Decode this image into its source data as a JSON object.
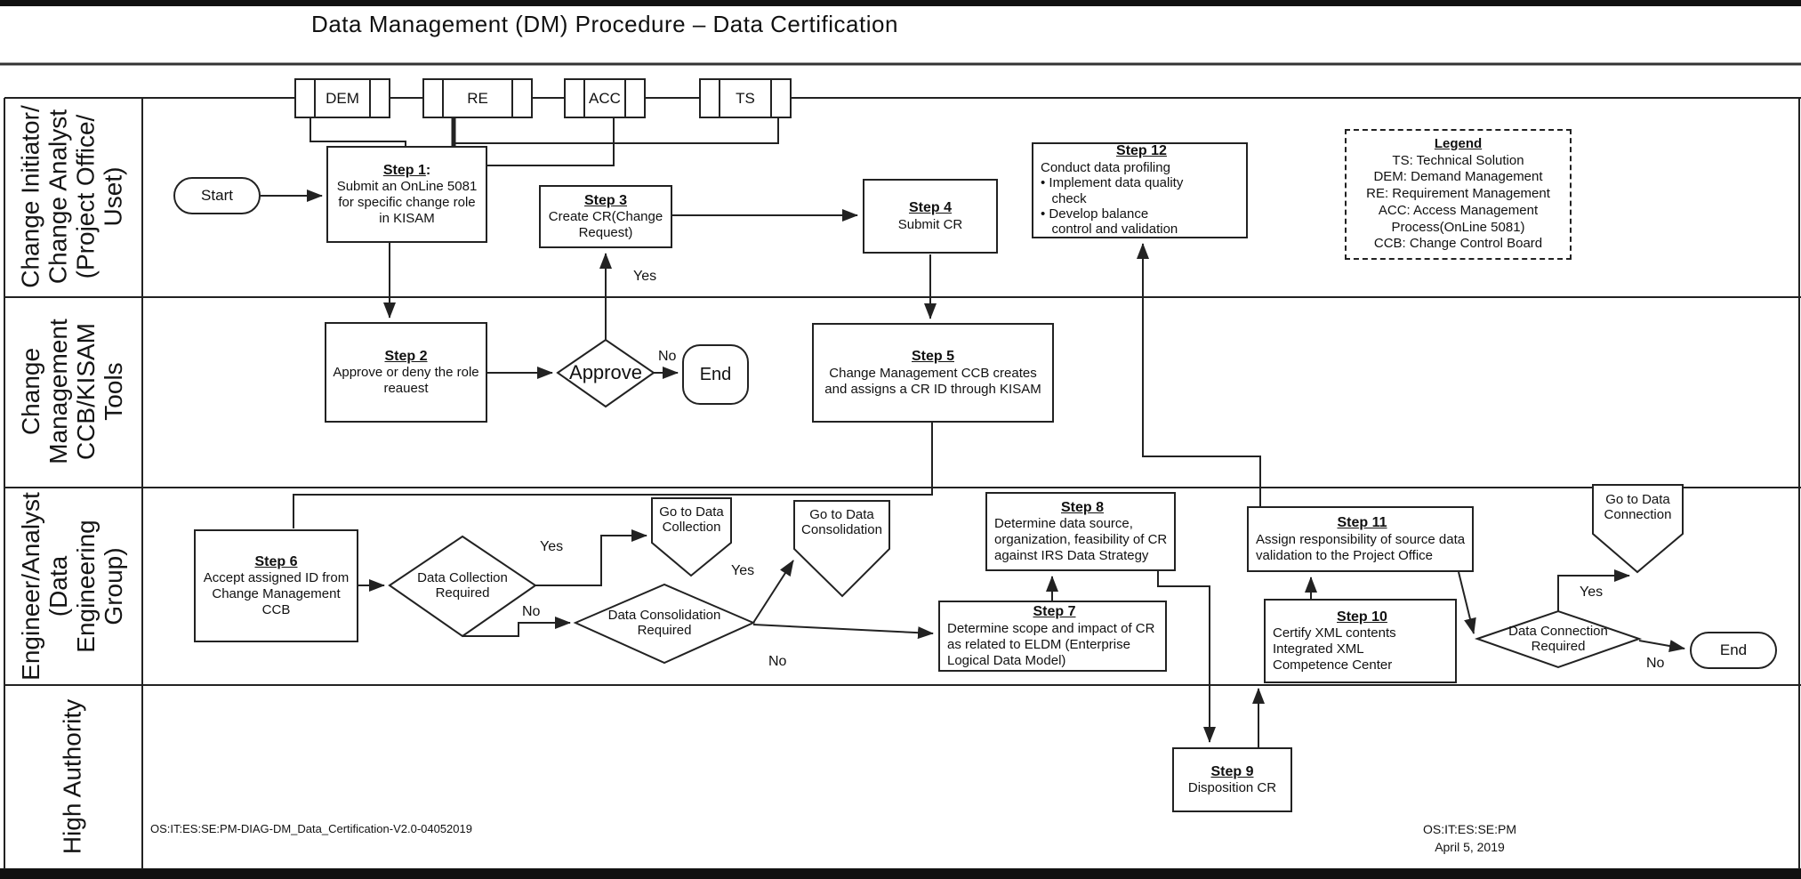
{
  "title": "Data Management (DM) Procedure – Data Certification",
  "top_boxes": {
    "dem": "DEM",
    "re": "RE",
    "acc": "ACC",
    "ts": "TS"
  },
  "lanes": {
    "lane1": "Change Initiator/\nChange Analyst\n(Project Office/\nUset)",
    "lane2": "Change\nManagement\nCCB/KISAM\nTools",
    "lane3": "Engineer/Analyst\n(Data Engineering\nGroup)",
    "lane4": "High Authority"
  },
  "nodes": {
    "start": {
      "label": "Start"
    },
    "end1": {
      "label": "End"
    },
    "end2": {
      "label": "End"
    },
    "step1": {
      "title": "Step 1",
      "colon": ":",
      "lines": [
        "Submit an OnLine 5081",
        "for specific change role",
        "in KISAM"
      ]
    },
    "step2": {
      "title": "Step 2",
      "lines": [
        "Approve or deny the role",
        "reauest"
      ]
    },
    "step3": {
      "title": "Step 3",
      "lines": [
        "Create CR(Change",
        "Request)"
      ]
    },
    "step4": {
      "title": "Step 4",
      "lines": [
        "Submit CR"
      ]
    },
    "step5": {
      "title": "Step 5",
      "lines": [
        "Change Management CCB creates",
        "and assigns a CR ID through KISAM"
      ]
    },
    "step6": {
      "title": "Step 6",
      "lines": [
        "Accept assigned ID from",
        "Change Management",
        "CCB"
      ]
    },
    "step7": {
      "title": "Step 7",
      "lines": [
        "Determine scope and impact of CR",
        "as related to ELDM (Enterprise",
        "Logical Data Model)"
      ]
    },
    "step8": {
      "title": "Step 8",
      "lines": [
        "Determine data source,",
        "organization, feasibility of CR",
        "against IRS Data Strategy"
      ]
    },
    "step9": {
      "title": "Step 9",
      "lines": [
        "Disposition CR"
      ]
    },
    "step10": {
      "title": "Step 10",
      "lines": [
        "Certify XML contents",
        "Integrated XML",
        "Competence Center"
      ]
    },
    "step11": {
      "title": "Step 11",
      "lines": [
        "Assign responsibility of source data",
        "validation to the Project Office"
      ]
    },
    "step12": {
      "title": "Step 12",
      "lines": [
        "Conduct data profiling",
        "• Implement data quality",
        "   check",
        "• Develop balance",
        "   control and validation"
      ]
    },
    "approve": {
      "label": "Approve"
    },
    "dc": {
      "line1": "Data Collection",
      "line2": "Required"
    },
    "dcons": {
      "line1": "Data Consolidation",
      "line2": "Required"
    },
    "dconn": {
      "line1": "Data Connection",
      "line2": "Required"
    },
    "goto_collection": {
      "line1": "Go to Data",
      "line2": "Collection"
    },
    "goto_consolidation": {
      "line1": "Go to Data",
      "line2": "Consolidation"
    },
    "goto_connection": {
      "line1": "Go to Data",
      "line2": "Connection"
    }
  },
  "labels": {
    "yes": "Yes",
    "no": "No"
  },
  "legend": {
    "title": "Legend",
    "lines": [
      "TS: Technical Solution",
      "DEM: Demand Management",
      "RE: Requirement Management",
      "ACC: Access Management",
      "Process(OnLine 5081)",
      "CCB: Change Control Board"
    ]
  },
  "footer": {
    "left": "OS:IT:ES:SE:PM-DIAG-DM_Data_Certification-V2.0-04052019",
    "right_line1": "OS:IT:ES:SE:PM",
    "right_line2": "April 5, 2019"
  },
  "colors": {
    "ink": "#222222",
    "background": "#ffffff"
  }
}
